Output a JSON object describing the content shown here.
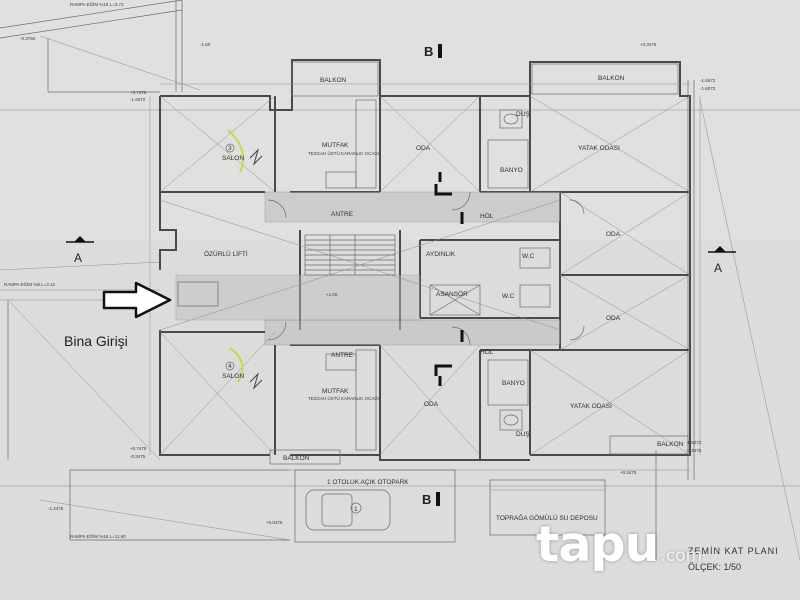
{
  "labels": {
    "balkon": "BALKON",
    "mutfak": "MUTFAK",
    "mutfak_note": "TEZGAH ÜSTÜ KARANLIK OCAĞI",
    "salon": "SALON",
    "salon_num_top": "3",
    "salon_num_bottom": "4",
    "oda": "ODA",
    "yatak_odasi": "YATAK ODASI",
    "dus": "DUŞ",
    "banyo": "BANYO",
    "antre": "ANTRE",
    "hol": "HOL",
    "ozurlu_lifti": "ÖZÜRLÜ LİFTİ",
    "aydinlik": "AYDINLIK",
    "asansor": "ASANSÖR",
    "wc": "W.C",
    "otopark": "1 OTOLUK AÇIK OTOPARK",
    "otopark_num": "1",
    "su_deposu": "TOPRAĞA GÖMÜLÜ SU DEPOSU",
    "zemin_level": "+1.00",
    "rampa_top": "RAMPA EĞİM %18  L=3.72",
    "rampa_bottom": "RAMPA EĞİM %18  L=11.60",
    "rampa_mid": "RAMPA EĞİM %8  L=3.12",
    "level_1": "-1.60",
    "level_2": "-0.3750",
    "level_3": "+0.7475",
    "level_4": "-1.6072",
    "level_5": "+0.3475",
    "level_6": "-1.6672",
    "level_7": "-1.6072",
    "level_8": "+0.0475",
    "level_9": "+0.7475",
    "level_10": "-0.3475",
    "level_11": "+0.3475",
    "level_12": "-1.6072",
    "level_13": "-0.3475",
    "level_14": "-1.2475"
  },
  "sections": {
    "b": "B",
    "a": "A"
  },
  "annotation": {
    "entrance": "Bina Girişi"
  },
  "title_block": {
    "title": "ZEMİN KAT PLANI",
    "scale": "ÖLÇEK: 1/50"
  },
  "logo": {
    "text": "tapu",
    "suffix": ".com"
  },
  "colors": {
    "paper": "#dcdcda",
    "ink": "#4a4a4a",
    "highlight": "#c8d84a",
    "logo": "#ffffff"
  }
}
